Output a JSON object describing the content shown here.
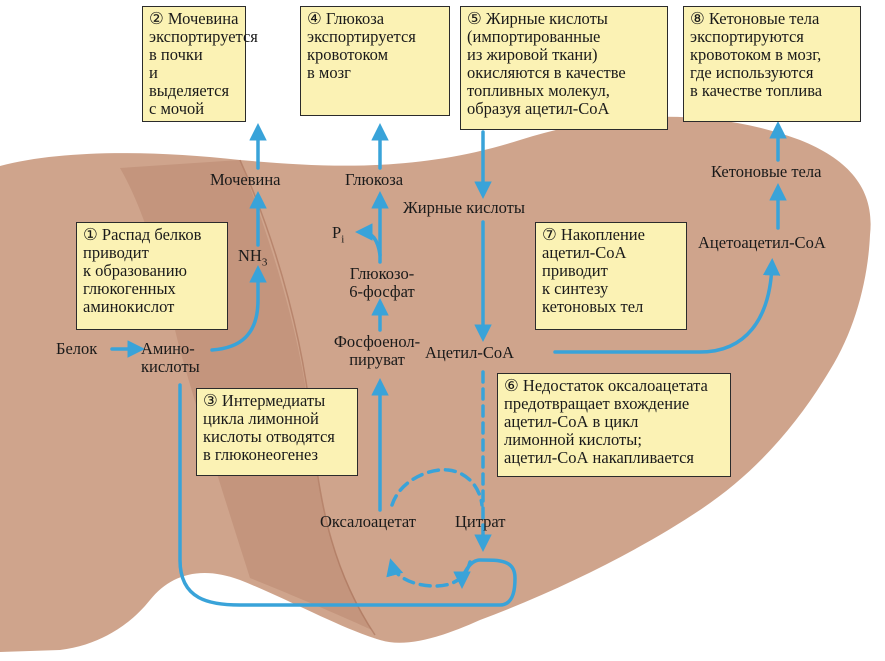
{
  "boxes": {
    "b1": "① Распад белков\nприводит\nк образованию\nглюкогенных\nаминокислот",
    "b2": "② Мочевина\nэкспортируется\nв почки\nи выделяется\nс мочой",
    "b3": "③ Интермедиаты\nцикла лимонной\nкислоты отводятся\nв глюконеогенез",
    "b4": "④ Глюкоза\nэкспортируется\nкровотоком\nв мозг",
    "b5": "⑤ Жирные кислоты\n(импортированные\nиз жировой ткани)\nокисляются в качестве\nтопливных молекул,\nобразуя ацетил-СоА",
    "b6": "⑥ Недостаток оксалоацетата\nпредотвращает вхождение\nацетил-СоА в цикл\nлимонной кислоты;\nацетил-СоА накапливается",
    "b7": "⑦ Накопление\nацетил-СоА\nприводит\nк синтезу\nкетоновых тел",
    "b8": "⑧ Кетоновые тела\nэкспортируются\nкровотоком в мозг,\nгде используются\nв качестве топлива"
  },
  "labels": {
    "urea": "Мочевина",
    "nh3": "NH",
    "nh3_sub": "3",
    "glucose": "Глюкоза",
    "pi": "P",
    "pi_sub": "i",
    "g6p": "Глюкозо-\n6-фосфат",
    "pep": "Фосфоенол-\nпируват",
    "protein": "Белок",
    "aminoacids": "Амино-\nкислоты",
    "fatty_acids": "Жирные кислоты",
    "acetyl_coa": "Ацетил-СоА",
    "acetoacetyl_coa": "Ацетоацетил-СоА",
    "ketone_bodies": "Кетоновые тела",
    "oxaloacetate": "Оксалоацетат",
    "citrate": "Цитрат"
  },
  "colors": {
    "liver": "#cfa48c",
    "liver_dark": "#b5836b",
    "arrow": "#39a3d9",
    "box_fill": "#fbf2b4"
  }
}
